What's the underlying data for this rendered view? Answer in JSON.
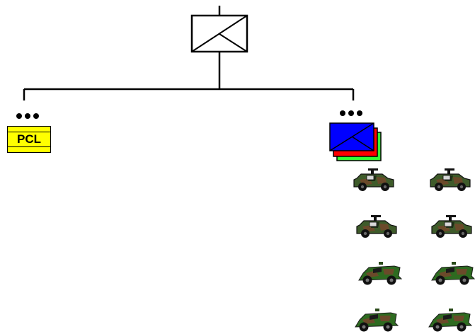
{
  "diagram": {
    "hq": {
      "symbol": "armored-cavalry-unit-symbol"
    },
    "left_unit": {
      "echelon": "platoon-dots",
      "label": "PCL",
      "color": "#ffff00"
    },
    "right_unit": {
      "echelon": "platoon-dots",
      "symbol": "armored-cavalry-unit-symbol",
      "stack_colors": [
        "#33ff33",
        "#ff0000",
        "#0000ff"
      ]
    },
    "vehicles": {
      "icon": "armored-vehicle-icon",
      "camo_colors": [
        "#3e5b2a",
        "#6b4a2a",
        "#2e6b20",
        "#1a1a1a"
      ]
    }
  }
}
